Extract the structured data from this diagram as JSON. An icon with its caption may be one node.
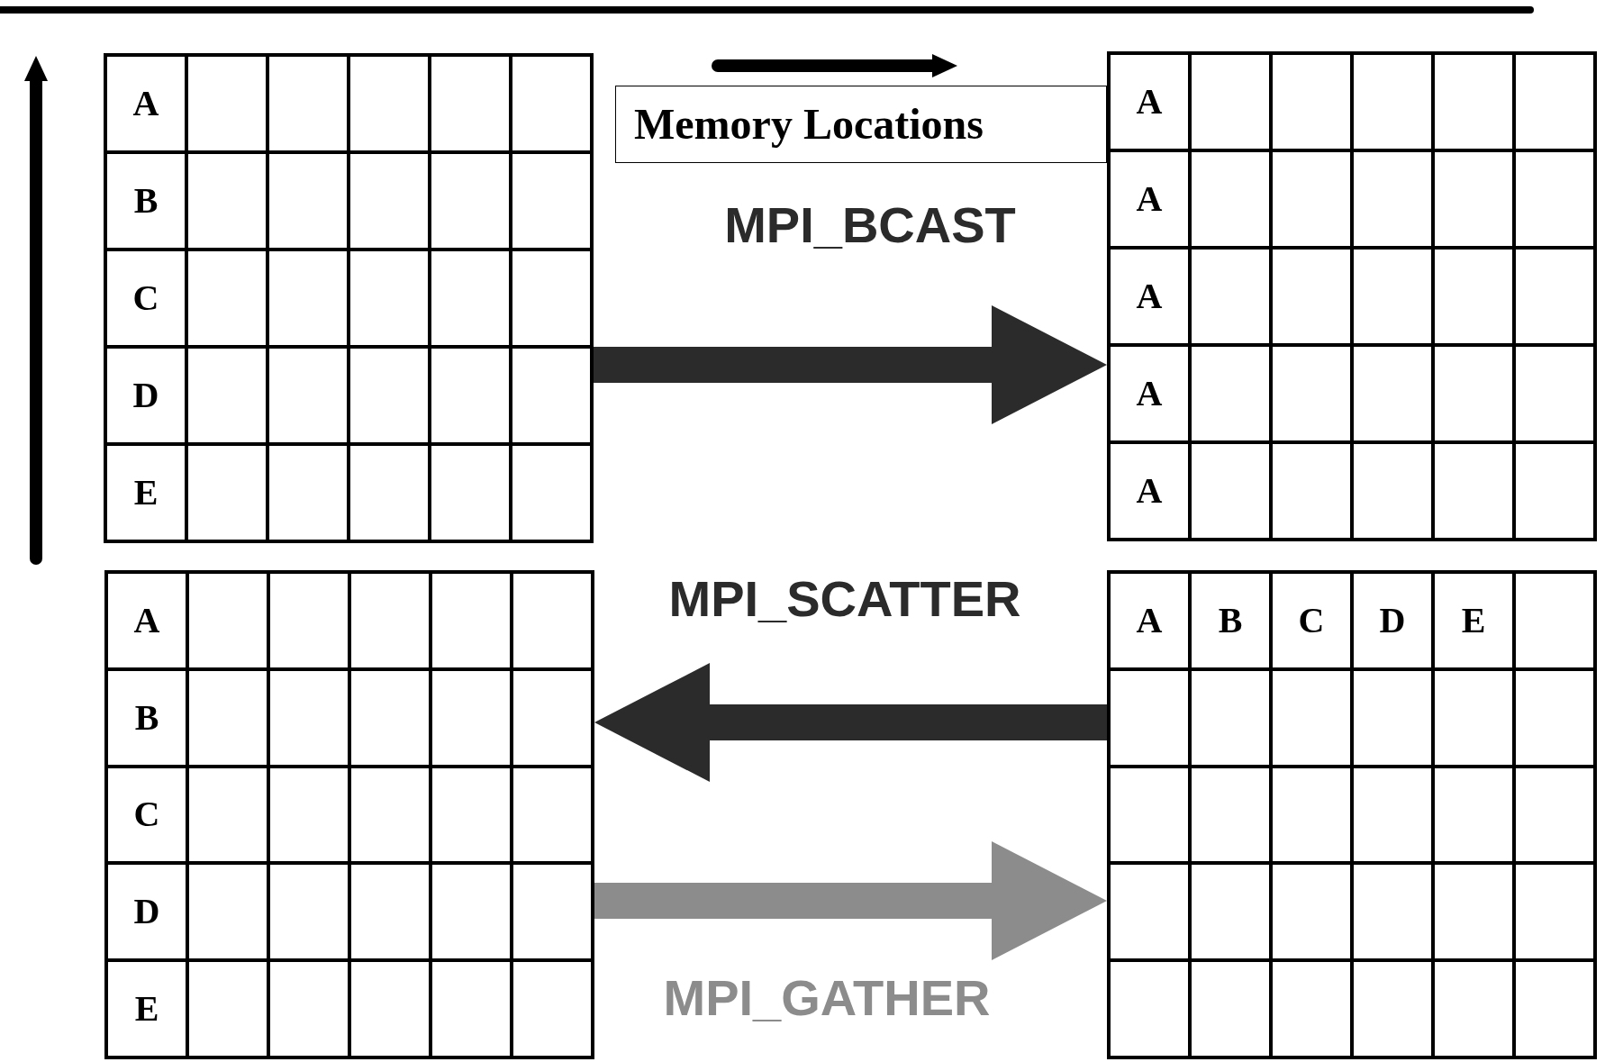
{
  "diagram": {
    "nodes": [
      {
        "text": [
          "A",
          "B",
          "C",
          "D",
          "E"
        ]
      },
      {
        "text": [
          "A",
          "A",
          "A",
          "A",
          "A"
        ]
      },
      {
        "text": [
          "A",
          "B",
          "C",
          "D",
          "E"
        ]
      },
      {
        "text": [
          "A",
          "B",
          "C",
          "D",
          "E"
        ]
      },
      {
        "text": [
          "Memory Locations"
        ]
      }
    ],
    "edges": [
      {
        "from": 0,
        "to": 1,
        "arrow": "to",
        "label": "MPI_BCAST"
      },
      {
        "from": 3,
        "to": 2,
        "arrow": "to",
        "label": "MPI_SCATTER"
      },
      {
        "from": 2,
        "to": 3,
        "arrow": "to",
        "label": "MPI_GATHER",
        "color": "#8c8c8c"
      }
    ]
  }
}
